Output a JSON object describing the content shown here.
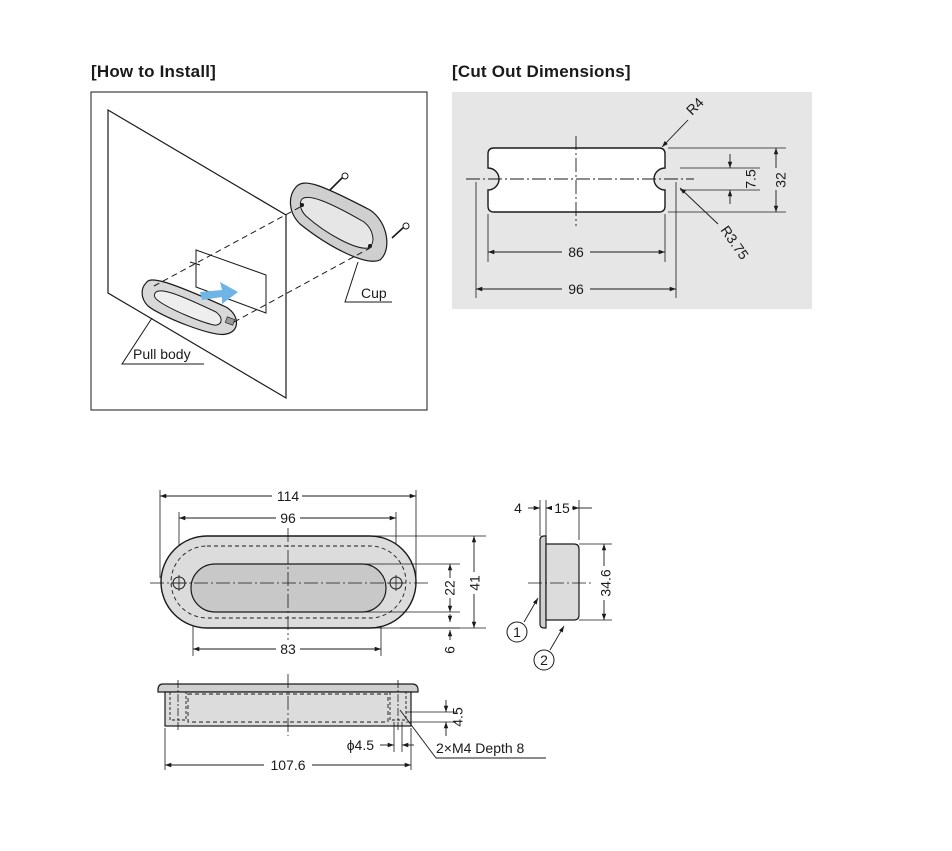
{
  "titles": {
    "install": "[How to Install]",
    "cutout": "[Cut Out Dimensions]"
  },
  "install": {
    "cup_label": "Cup",
    "pull_body_label": "Pull body"
  },
  "cutout": {
    "radius_corner": "R4",
    "radius_notch": "R3.75",
    "notch_height": "7.5",
    "height": "32",
    "inner_width": "86",
    "outer_width": "96"
  },
  "front_view": {
    "overall_width": "114",
    "hole_pitch": "96",
    "grip_width": "83",
    "grip_height": "22",
    "overall_height": "41",
    "bottom_offset": "6"
  },
  "side_view": {
    "flange": "4",
    "depth": "15",
    "body_height": "34.6",
    "callout_1": "1",
    "callout_2": "2"
  },
  "bottom_view": {
    "hole_depth": "4.5",
    "hole_diameter": "ϕ4.5",
    "thread_note": "2×M4 Depth 8",
    "body_length": "107.6"
  },
  "colors": {
    "part_fill": "#dcdcdc",
    "grip_fill": "#c8c8c8",
    "panel_bg": "#e6e6e6",
    "arrow": "#6fb4e6"
  }
}
